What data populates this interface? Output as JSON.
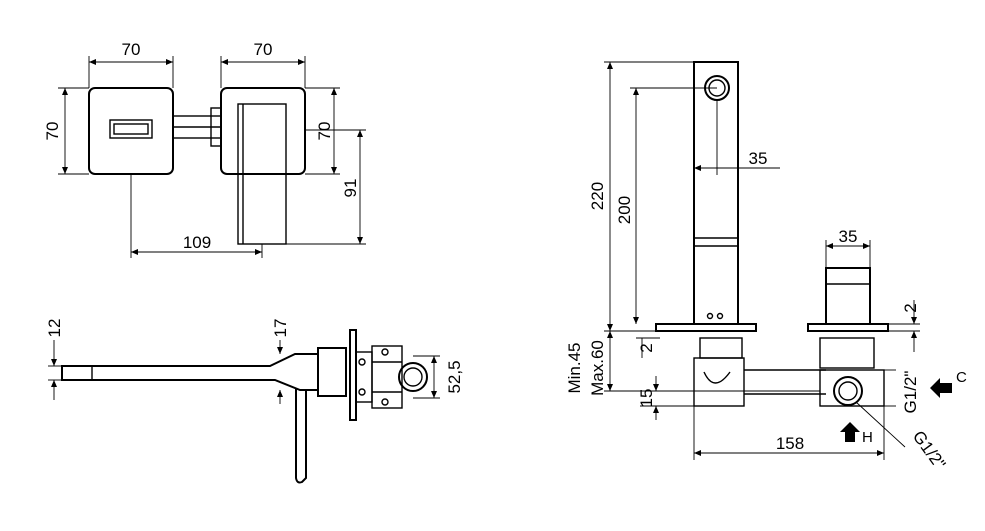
{
  "top_view": {
    "width_left": "70",
    "width_right": "70",
    "height_left": "70",
    "height_right": "70",
    "offset_109": "109",
    "depth_91": "91"
  },
  "side_view": {
    "h12": "12",
    "h17": "17",
    "h52_5": "52,5"
  },
  "right_view": {
    "h220": "220",
    "h200": "200",
    "w35_top": "35",
    "w35_mid": "35",
    "t2_right": "2",
    "t2_left": "2",
    "min45": "Min.45",
    "max60": "Max.60",
    "h15": "15",
    "w158": "158",
    "g_c": "G1/2\"",
    "g_h": "G1/2\"",
    "label_c": "C",
    "label_h": "H"
  }
}
